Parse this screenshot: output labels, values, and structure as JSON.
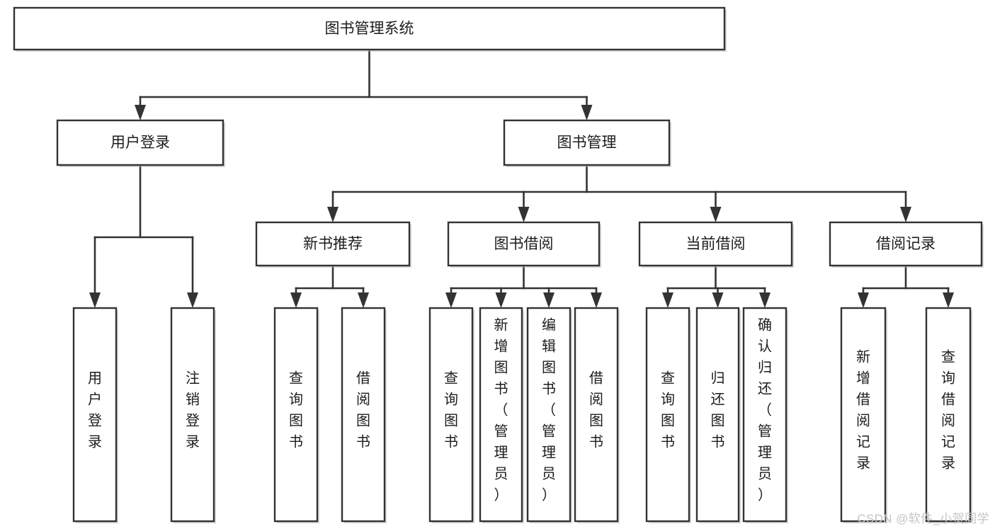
{
  "diagram": {
    "type": "tree-hierarchy-chart",
    "title": "图书管理系统",
    "watermark": "CSDN @软件_小贺同学",
    "colors": {
      "box_stroke": "#333333",
      "box_fill": "#ffffff",
      "connector": "#333333",
      "text": "#1c1c1c",
      "watermark": "#c4c4c4",
      "background": "#ffffff"
    },
    "root": {
      "id": "root",
      "label": "图书管理系统",
      "orientation": "horizontal"
    },
    "level2": [
      {
        "id": "user-login",
        "label": "用户登录",
        "orientation": "horizontal"
      },
      {
        "id": "book-management",
        "label": "图书管理",
        "orientation": "horizontal"
      }
    ],
    "level3": [
      {
        "id": "new-book-recommend",
        "label": "新书推荐",
        "orientation": "horizontal",
        "parent": "book-management"
      },
      {
        "id": "book-borrow",
        "label": "图书借阅",
        "orientation": "horizontal",
        "parent": "book-management"
      },
      {
        "id": "current-borrow",
        "label": "当前借阅",
        "orientation": "horizontal",
        "parent": "book-management"
      },
      {
        "id": "borrow-record",
        "label": "借阅记录",
        "orientation": "horizontal",
        "parent": "book-management"
      }
    ],
    "leaves": [
      {
        "id": "leaf-user-login",
        "label": "用户登录",
        "orientation": "vertical",
        "parent": "user-login"
      },
      {
        "id": "leaf-user-logout",
        "label": "注销登录",
        "orientation": "vertical",
        "parent": "user-login"
      },
      {
        "id": "leaf-query-book-1",
        "label": "查询图书",
        "orientation": "vertical",
        "parent": "new-book-recommend"
      },
      {
        "id": "leaf-borrow-book-1",
        "label": "借阅图书",
        "orientation": "vertical",
        "parent": "new-book-recommend"
      },
      {
        "id": "leaf-query-book-2",
        "label": "查询图书",
        "orientation": "vertical",
        "parent": "book-borrow"
      },
      {
        "id": "leaf-add-book",
        "label": "新增图书（管理员）",
        "orientation": "vertical",
        "parent": "book-borrow"
      },
      {
        "id": "leaf-edit-book",
        "label": "编辑图书（管理员）",
        "orientation": "vertical",
        "parent": "book-borrow"
      },
      {
        "id": "leaf-borrow-book-2",
        "label": "借阅图书",
        "orientation": "vertical",
        "parent": "book-borrow"
      },
      {
        "id": "leaf-query-book-3",
        "label": "查询图书",
        "orientation": "vertical",
        "parent": "current-borrow"
      },
      {
        "id": "leaf-return-book",
        "label": "归还图书",
        "orientation": "vertical",
        "parent": "current-borrow"
      },
      {
        "id": "leaf-confirm-return",
        "label": "确认归还（管理员）",
        "orientation": "vertical",
        "parent": "current-borrow"
      },
      {
        "id": "leaf-add-borrow-record",
        "label": "新增借阅记录",
        "orientation": "vertical",
        "parent": "borrow-record"
      },
      {
        "id": "leaf-query-borrow-record",
        "label": "查询借阅记录",
        "orientation": "vertical",
        "parent": "borrow-record"
      }
    ]
  }
}
